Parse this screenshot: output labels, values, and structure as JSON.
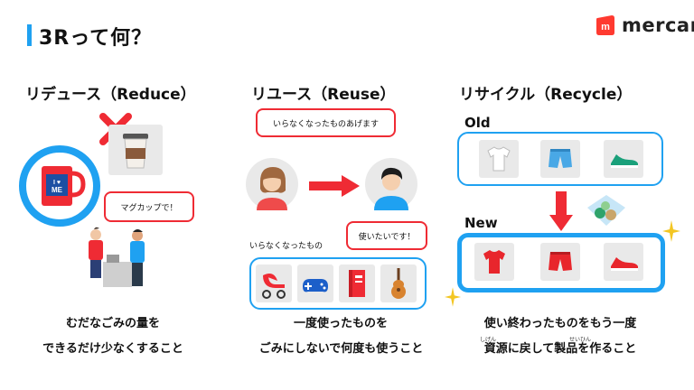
{
  "header": {
    "title": "3Rって何？",
    "logo_text": "mercari"
  },
  "reduce": {
    "heading": "リデュース（Reduce）",
    "bubble": "マグカップで！",
    "mug_text": "I ♥ ME",
    "caption_line1": "むだなごみの量を",
    "caption_line2": "できるだけ少なくすること"
  },
  "reuse": {
    "heading": "リユース（Reuse）",
    "bubble_give": "いらなくなったものあげます",
    "bubble_want": "使いたいです！",
    "items_label": "いらなくなったもの",
    "caption_line1": "一度使ったものを",
    "caption_line2": "ごみにしないで何度も使うこと"
  },
  "recycle": {
    "heading": "リサイクル（Recycle）",
    "old_label": "Old",
    "new_label": "New",
    "caption_line1": "使い終わったものをもう一度",
    "caption_line2": "資源に戻して製品を作ること",
    "ruby_shigen": "しげん",
    "ruby_seihin": "せいひん"
  },
  "colors": {
    "accent_blue": "#1fa1f1",
    "accent_red": "#ef2b34",
    "mercari_red": "#ff3a30"
  },
  "icons": [
    "mercari-logo-icon",
    "cross-icon",
    "paper-cup-icon",
    "mug-icon",
    "shop-scene-icon",
    "woman-avatar-icon",
    "man-avatar-icon",
    "arrow-right-icon",
    "stroller-icon",
    "gamepad-icon",
    "book-icon",
    "guitar-icon",
    "tshirt-icon",
    "shorts-icon",
    "sneaker-icon",
    "arrow-down-icon",
    "recycle-box-icon",
    "sparkle-icon"
  ]
}
